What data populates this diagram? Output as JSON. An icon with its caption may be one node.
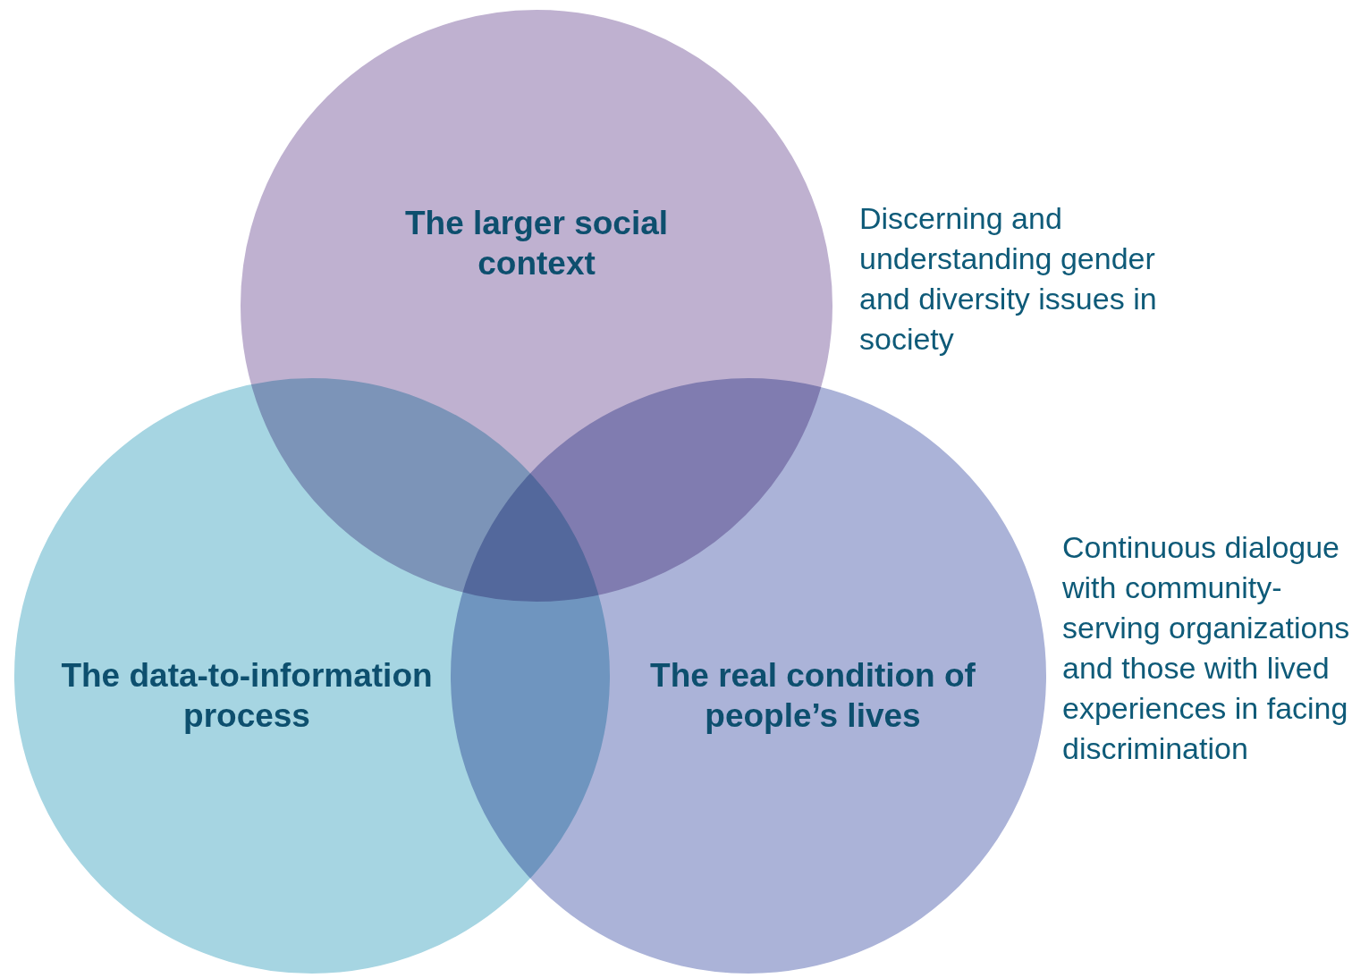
{
  "diagram": {
    "nodes": [
      {
        "text": [
          "The larger social context"
        ]
      },
      {
        "text": [
          "The data-to-information process"
        ]
      },
      {
        "text": [
          "The real condition of people’s lives"
        ]
      }
    ],
    "labels": [
      "Discerning and understanding gender and diversity issues in society",
      "Continuous dialogue with community-serving organizations and those with lived experiences in facing discrimination"
    ]
  }
}
